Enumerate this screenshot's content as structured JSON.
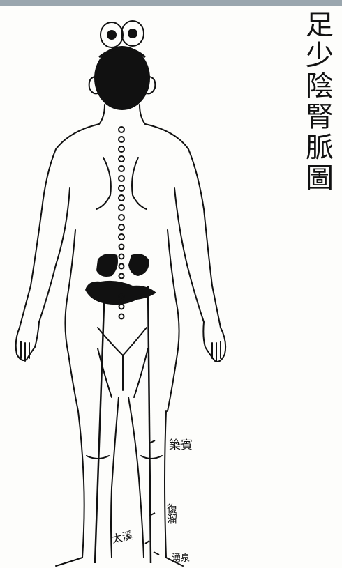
{
  "title": {
    "chars": [
      "足",
      "少",
      "陰",
      "腎",
      "脈",
      "圖"
    ]
  },
  "labels": {
    "point_1": "築賓",
    "point_2": "復溜",
    "point_3": "太溪",
    "point_4": "湧泉"
  },
  "colors": {
    "ink": "#111111",
    "paper": "#fdfdfb",
    "top_bar": "#9aa6ae"
  }
}
